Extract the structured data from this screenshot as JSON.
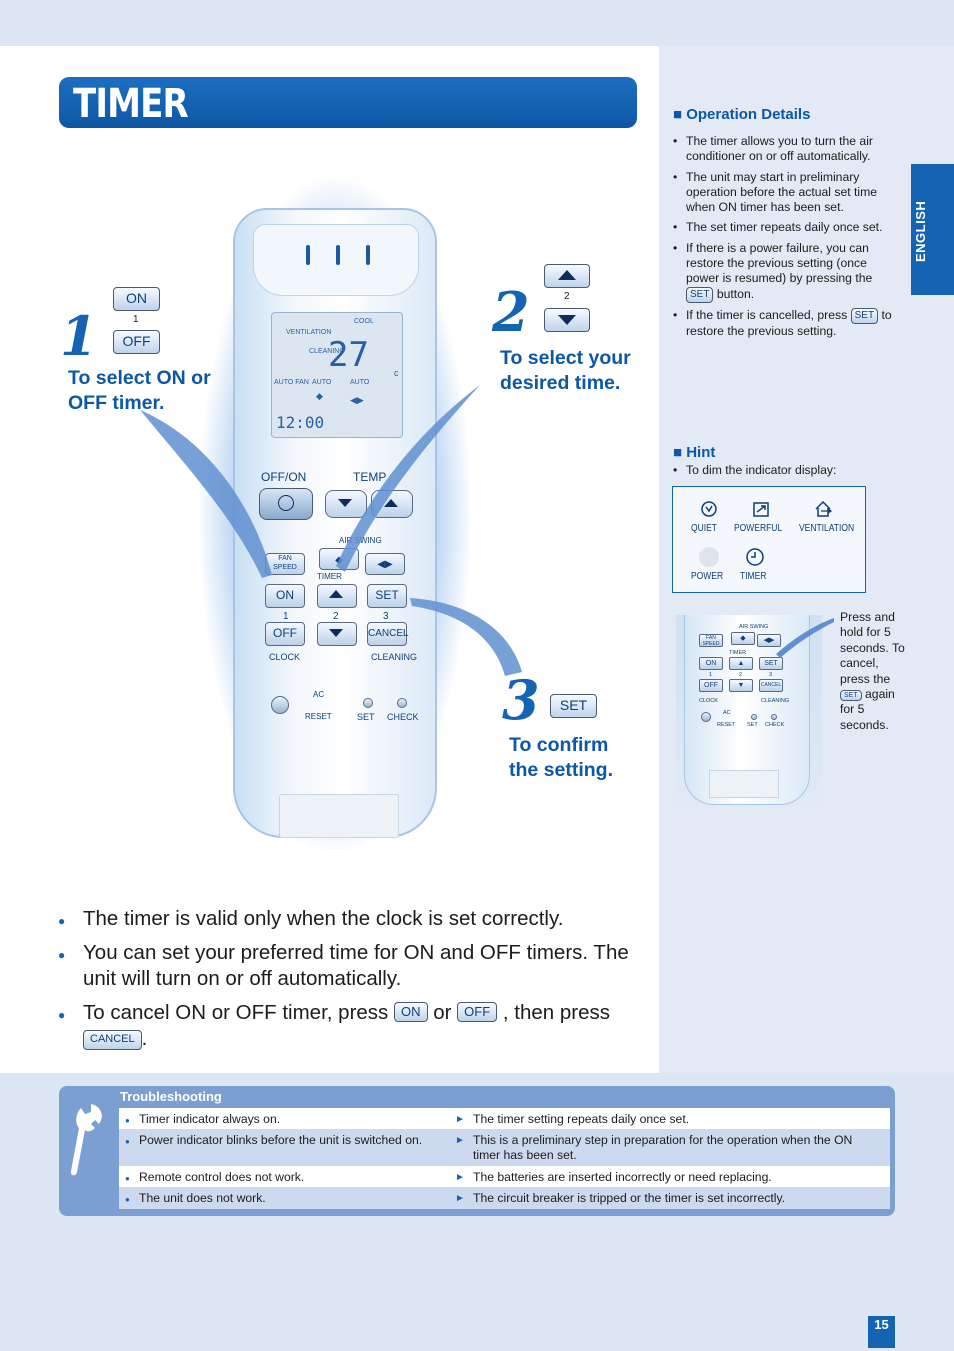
{
  "title": "TIMER",
  "steps": [
    {
      "number": "1",
      "keys": [
        "ON",
        "OFF"
      ],
      "key_index": "1",
      "text": "To select ON or OFF timer."
    },
    {
      "number": "2",
      "key_index": "2",
      "text": "To select your desired time."
    },
    {
      "number": "3",
      "keys": [
        "SET"
      ],
      "text": "To confirm the setting."
    }
  ],
  "remote": {
    "lcd": {
      "cool": "COOL",
      "ventilation": "VENTILATION",
      "cleaning": "CLEANING",
      "temp": "27",
      "unit": "c",
      "auto_fan": "AUTO FAN",
      "auto1": "AUTO",
      "auto2": "AUTO",
      "clock": "12:00"
    },
    "labels": {
      "off_on": "OFF/ON",
      "temp": "TEMP",
      "fan_speed": "FAN SPEED",
      "air_swing": "AIR SWING",
      "timer": "TIMER",
      "on": "ON",
      "off": "OFF",
      "set": "SET",
      "cancel": "CANCEL",
      "n1": "1",
      "n2": "2",
      "n3": "3",
      "clock": "CLOCK",
      "cleaning": "CLEANING",
      "ac": "AC",
      "reset": "RESET",
      "set_small": "SET",
      "check": "CHECK"
    }
  },
  "bullets": {
    "b1": "The timer is valid only when the clock is set correctly.",
    "b2": "You can set your preferred time for ON and OFF timers. The unit will turn on or off automatically.",
    "b3_pre": "To cancel ON or OFF timer, press",
    "b3_on": "ON",
    "b3_or": "or",
    "b3_off": "OFF",
    "b3_then": ", then press",
    "b3_cancel": "CANCEL",
    "b3_end": "."
  },
  "operation_details": {
    "heading": "■ Operation Details",
    "items": [
      "The timer allows you to turn the air conditioner on or off automatically.",
      "The unit may start in preliminary operation before the actual set time when ON timer has been set.",
      "The set timer repeats daily once set."
    ],
    "item4_pre": "If there is a power failure, you can restore the previous setting (once power is resumed) by pressing the",
    "item4_key": "SET",
    "item4_post": "button.",
    "item5_pre": "If the timer is cancelled, press",
    "item5_key": "SET",
    "item5_post": "to restore the previous setting."
  },
  "side_tab": "ENGLISH",
  "hint": {
    "heading": "■ Hint",
    "text": "To dim the indicator display:",
    "icons": [
      {
        "label": "QUIET",
        "icon": "quiet-icon"
      },
      {
        "label": "POWERFUL",
        "icon": "powerful-icon"
      },
      {
        "label": "VENTILATION",
        "icon": "ventilation-icon"
      },
      {
        "label": "POWER",
        "icon": "power-icon"
      },
      {
        "label": "TIMER",
        "icon": "timer-icon"
      }
    ],
    "mini": {
      "fan": "FAN SPEED",
      "air_swing": "AIR SWING",
      "timer": "TIMER",
      "on": "ON",
      "off": "OFF",
      "set": "SET",
      "cancel": "CANCEL",
      "n1": "1",
      "n2": "2",
      "n3": "3",
      "clock": "CLOCK",
      "cleaning": "CLEANING",
      "ac": "AC",
      "reset": "RESET",
      "set_small": "SET",
      "check": "CHECK"
    },
    "press_pre": "Press and hold for 5 seconds. To cancel, press the",
    "press_key": "SET",
    "press_post": "again for 5 seconds."
  },
  "troubleshooting": {
    "title": "Troubleshooting",
    "rows": [
      {
        "symptom": "Timer indicator always on.",
        "cause": "The timer setting repeats daily once set."
      },
      {
        "symptom": "Power indicator blinks before the unit is switched on.",
        "cause": "This is a preliminary step in preparation for the operation when the ON timer has been set."
      },
      {
        "symptom": "Remote control does not work.",
        "cause": "The batteries are inserted incorrectly or need replacing."
      },
      {
        "symptom": "The unit does not work.",
        "cause": "The circuit breaker is tripped or the timer is set incorrectly."
      }
    ]
  },
  "page_number": "15",
  "colors": {
    "brand_blue": "#1563b3",
    "page_bg": "#dde6f3",
    "trouble_bg": "#7c9fd3"
  }
}
